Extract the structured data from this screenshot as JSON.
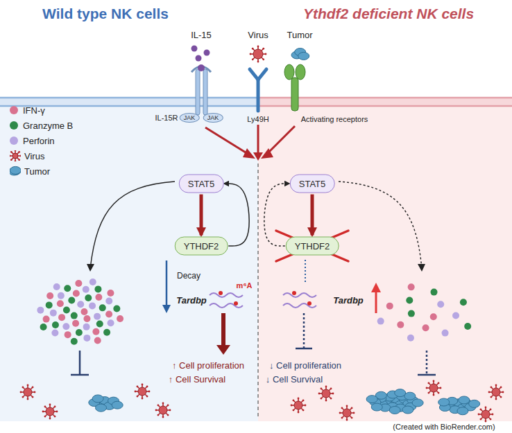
{
  "diagram": {
    "nodes": [
      {
        "text": [
          "JAK"
        ]
      },
      {
        "text": [
          "JAK"
        ]
      },
      {
        "text": [
          "STAT5"
        ]
      },
      {
        "text": [
          "YTHDF2"
        ]
      },
      {
        "text": [
          "STAT5"
        ]
      },
      {
        "text": [
          "YTHDF2"
        ]
      }
    ],
    "edges": [
      {
        "from": 2,
        "to": 3,
        "arrow": "to"
      },
      {
        "from": 3,
        "to": 2,
        "arrow": "to"
      },
      {
        "from": 4,
        "to": 5,
        "arrow": "to"
      },
      {
        "from": 5,
        "to": 4,
        "arrow": "to"
      }
    ],
    "labels": [
      "Wild type NK cells",
      "Ythdf2 deficient NK cells",
      "IL-15",
      "Virus",
      "Tumor",
      "IL-15R",
      "Ly49H",
      "Activating receptors",
      "Decay",
      "Tardbp",
      "m⁶A",
      "↑ Cell proliferation",
      "↑ Cell Survival",
      "Tardbp",
      "↓ Cell proliferation",
      "↓ Cell Survival",
      "(Created with BioRender.com)"
    ],
    "legend": [
      {
        "text": "IFN-γ",
        "color": "#d9728f"
      },
      {
        "text": "Granzyme B",
        "color": "#2f8a4a"
      },
      {
        "text": "Perforin",
        "color": "#b6a6e2"
      },
      {
        "text": "Virus"
      },
      {
        "text": "Tumor"
      }
    ]
  }
}
